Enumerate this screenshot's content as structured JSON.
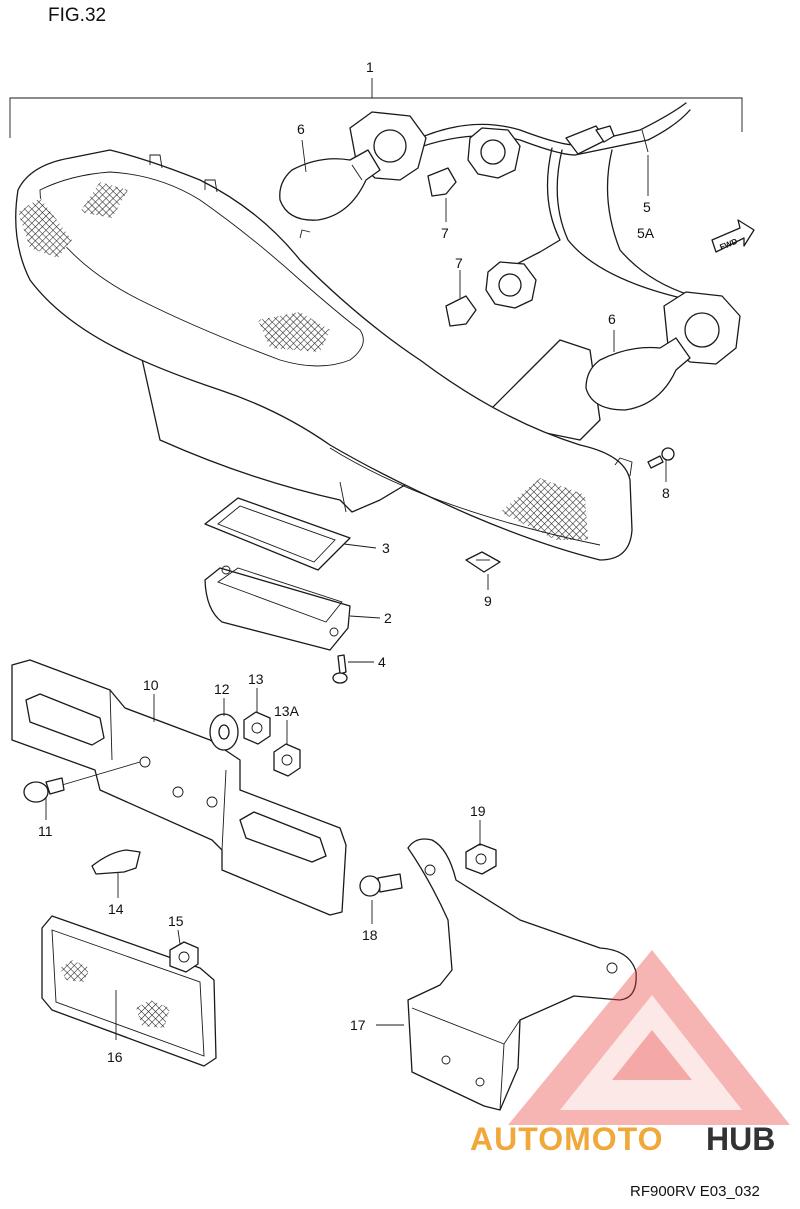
{
  "figure": {
    "title": "FIG.32",
    "code": "RF900RV E03_032"
  },
  "direction": "FWD",
  "callouts": [
    {
      "id": "1"
    },
    {
      "id": "2"
    },
    {
      "id": "3"
    },
    {
      "id": "4"
    },
    {
      "id": "5"
    },
    {
      "id": "5A"
    },
    {
      "id": "6"
    },
    {
      "id": "7"
    },
    {
      "id": "8"
    },
    {
      "id": "9"
    },
    {
      "id": "10"
    },
    {
      "id": "11"
    },
    {
      "id": "12"
    },
    {
      "id": "13"
    },
    {
      "id": "13A"
    },
    {
      "id": "14"
    },
    {
      "id": "15"
    },
    {
      "id": "16"
    },
    {
      "id": "17"
    },
    {
      "id": "18"
    },
    {
      "id": "19"
    }
  ],
  "watermark": {
    "text_a": "AUTOMOTO",
    "text_b": "HUB",
    "color_a": "#f0a83a",
    "color_b": "#333333",
    "logo_color": "#e8413c"
  }
}
